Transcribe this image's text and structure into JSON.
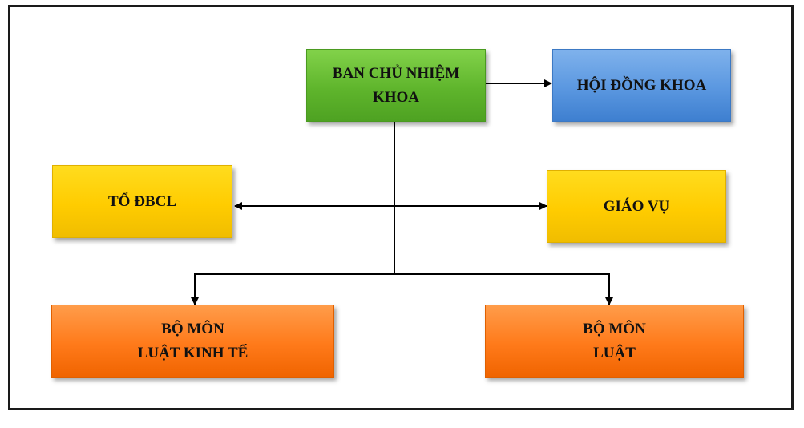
{
  "diagram": {
    "nodes": {
      "ban_chu_nhiem": "BAN CHỦ NHIỆM\nKHOA",
      "hoi_dong_khoa": "HỘI ĐỒNG KHOA",
      "to_dbcl": "TỔ ĐBCL",
      "giao_vu": "GIÁO VỤ",
      "bo_mon_luat_kinh_te": "BỘ MÔN\nLUẬT KINH TẾ",
      "bo_mon_luat": "BỘ MÔN\nLUẬT"
    },
    "colors": {
      "green": "#5fb52c",
      "blue": "#5a97e0",
      "yellow": "#ffcc00",
      "orange": "#ff7a1a",
      "line": "#000000",
      "frame": "#1a1a1a"
    }
  }
}
